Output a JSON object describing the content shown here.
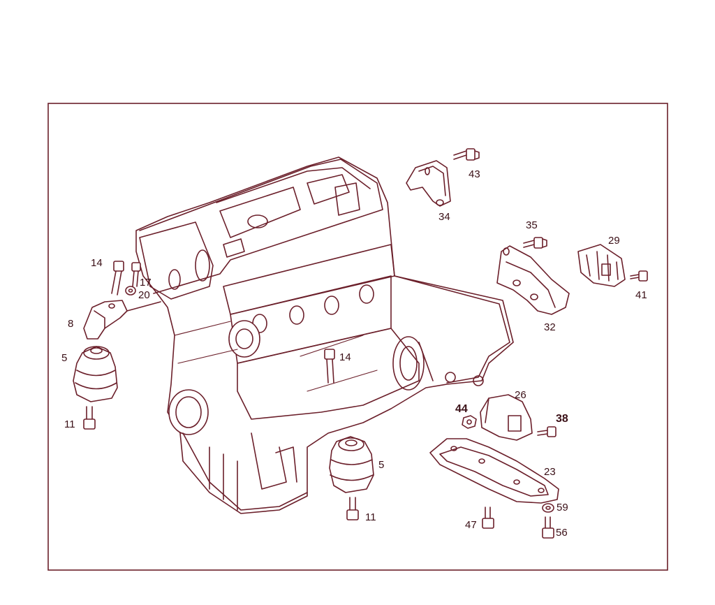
{
  "colors": {
    "line": "#6b1f2a",
    "text": "#3a0f16",
    "background": "#ffffff"
  },
  "callouts": [
    "43",
    "34",
    "35",
    "29",
    "41",
    "32",
    "14",
    "17",
    "20",
    "8",
    "5",
    "11",
    "14",
    "26",
    "44",
    "38",
    "23",
    "5",
    "11",
    "59",
    "47",
    "56"
  ]
}
